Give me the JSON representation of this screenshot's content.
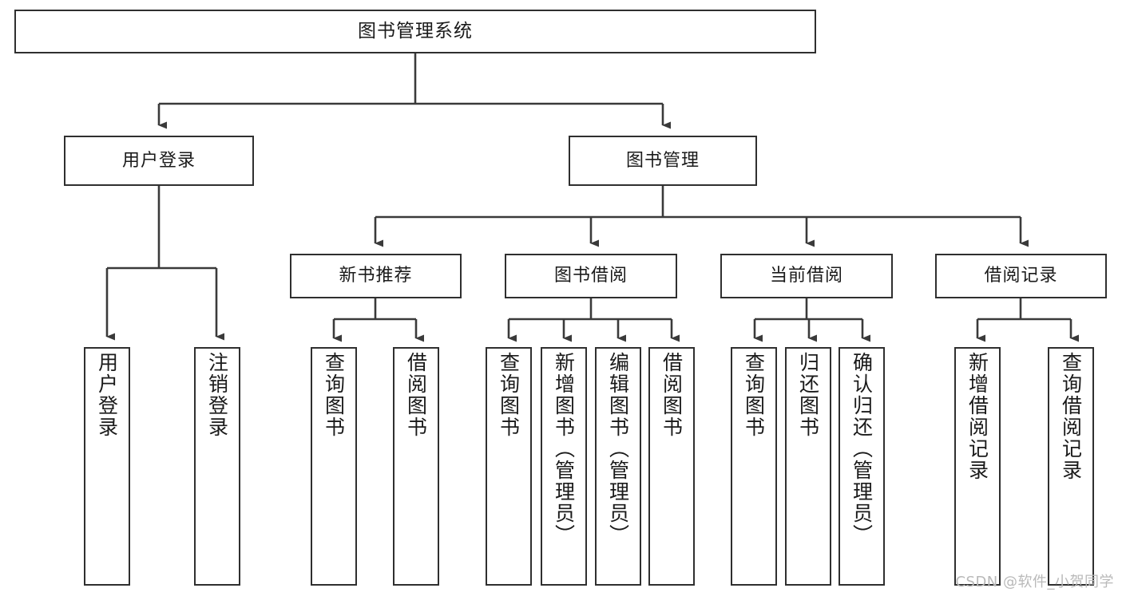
{
  "diagram": {
    "title": "图书管理系统",
    "type": "tree-hierarchy",
    "watermark": "CSDN @软件_小贺同学",
    "colors": {
      "box_border": "#2f2f2f",
      "box_fill": "#ffffff",
      "connector": "#3a3a3a",
      "text": "#1a1a1a",
      "watermark": "#b9b9b9",
      "background": "#ffffff"
    },
    "nodes": {
      "root": {
        "label": "图书管理系统"
      },
      "level2": [
        {
          "id": "user-login",
          "label": "用户登录"
        },
        {
          "id": "book-manage",
          "label": "图书管理"
        }
      ],
      "level3": [
        {
          "id": "new-book-recommend",
          "label": "新书推荐"
        },
        {
          "id": "book-borrow",
          "label": "图书借阅"
        },
        {
          "id": "current-borrow",
          "label": "当前借阅"
        },
        {
          "id": "borrow-record",
          "label": "借阅记录"
        }
      ],
      "leaves": {
        "user_login": [
          {
            "id": "leaf-user-login",
            "label": "用户登录"
          },
          {
            "id": "leaf-user-logout",
            "label": "注销登录"
          }
        ],
        "new_book_recommend": [
          {
            "id": "leaf-query-book-1",
            "label": "查询图书"
          },
          {
            "id": "leaf-borrow-book-1",
            "label": "借阅图书"
          }
        ],
        "book_borrow": [
          {
            "id": "leaf-query-book-2",
            "label": "查询图书"
          },
          {
            "id": "leaf-add-book",
            "label": "新增图书（管理员）"
          },
          {
            "id": "leaf-edit-book",
            "label": "编辑图书（管理员）"
          },
          {
            "id": "leaf-borrow-book-2",
            "label": "借阅图书"
          }
        ],
        "current_borrow": [
          {
            "id": "leaf-query-book-3",
            "label": "查询图书"
          },
          {
            "id": "leaf-return-book",
            "label": "归还图书"
          },
          {
            "id": "leaf-confirm-return",
            "label": "确认归还（管理员）"
          }
        ],
        "borrow_record": [
          {
            "id": "leaf-add-record",
            "label": "新增借阅记录"
          },
          {
            "id": "leaf-query-record",
            "label": "查询借阅记录"
          }
        ]
      }
    }
  }
}
